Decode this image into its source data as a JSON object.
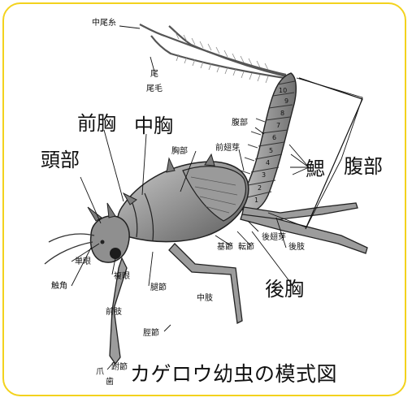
{
  "labels": {
    "median_filament": "中尾糸",
    "tail": "尾",
    "cerci": "尾毛",
    "abdomen_small": "腹部",
    "forewing_bud": "前翅芽",
    "thorax_small": "胸部",
    "head": "頭部",
    "prothorax": "前胸",
    "mesothorax": "中胸",
    "gills": "鰓",
    "abdomen": "腹部",
    "ocellus": "単眼",
    "antenna": "触角",
    "compound_eye": "複眼",
    "femur": "腿節",
    "coxa": "基節",
    "trochanter": "転節",
    "hindwing_bud": "後翅芽",
    "hindleg": "後肢",
    "metathorax": "後胸",
    "midleg": "中肢",
    "foreleg": "前肢",
    "tibia": "脛節",
    "claw": "爪",
    "tarsus": "跗節",
    "tooth": "歯"
  },
  "segments": [
    "1",
    "2",
    "3",
    "4",
    "5",
    "6",
    "7",
    "8",
    "9",
    "10"
  ],
  "title": "カゲロウ幼虫の模式図",
  "colors": {
    "frame": "#f3d21d",
    "body": "#8a8a8a",
    "line": "#111111"
  }
}
